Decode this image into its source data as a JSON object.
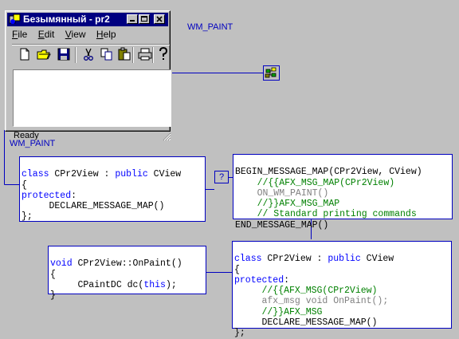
{
  "window": {
    "title": "Безымянный - pr2",
    "menu": {
      "file": "File",
      "file_hot": "F",
      "edit": "Edit",
      "edit_hot": "E",
      "view": "View",
      "view_hot": "V",
      "help": "Help",
      "help_hot": "H"
    },
    "toolbar_icons": [
      "new-file-icon",
      "open-folder-icon",
      "save-icon",
      "cut-icon",
      "copy-icon",
      "paste-icon",
      "print-icon",
      "help-icon"
    ],
    "status": "Ready"
  },
  "labels": {
    "wm_paint_top": "WM_PAINT",
    "wm_paint_left": "WM_PAINT",
    "question": "?"
  },
  "class_decl": {
    "l1_kw": "class",
    "l1_rest": " CPr2View : ",
    "l1_kw2": "public",
    "l1_rest2": " CView",
    "l2": "{",
    "l3_kw": "protected",
    "l3_rest": ":",
    "l4": "     DECLARE_MESSAGE_MAP()",
    "l5": "};"
  },
  "message_map": {
    "l1": "BEGIN_MESSAGE_MAP(CPr2View, CView)",
    "l2": "    //{{AFX_MSG_MAP(CPr2View)",
    "l3": "    ON_WM_PAINT()",
    "l4": "    //}}AFX_MSG_MAP",
    "l5": "    // Standard printing commands",
    "l6": "END_MESSAGE_MAP()"
  },
  "onpaint": {
    "l1_kw": "void",
    "l1_rest": " CPr2View::OnPaint()",
    "l2": "{",
    "l3_a": "     CPaintDC dc(",
    "l3_kw": "this",
    "l3_b": ");",
    "l4": "}"
  },
  "class_full": {
    "l1_kw": "class",
    "l1_rest": " CPr2View : ",
    "l1_kw2": "public",
    "l1_rest2": " CView",
    "l2": "{",
    "l3_kw": "protected",
    "l3_rest": ":",
    "l4": "     //{{AFX_MSG(CPr2View)",
    "l5": "     afx_msg void OnPaint();",
    "l6": "     //}}AFX_MSG",
    "l7": "     DECLARE_MESSAGE_MAP()",
    "l8": "};"
  },
  "colors": {
    "keyword": "#0000ff",
    "comment": "#008000",
    "wizard": "#808080",
    "connector": "#0000c0",
    "titlebar": "#000080"
  }
}
